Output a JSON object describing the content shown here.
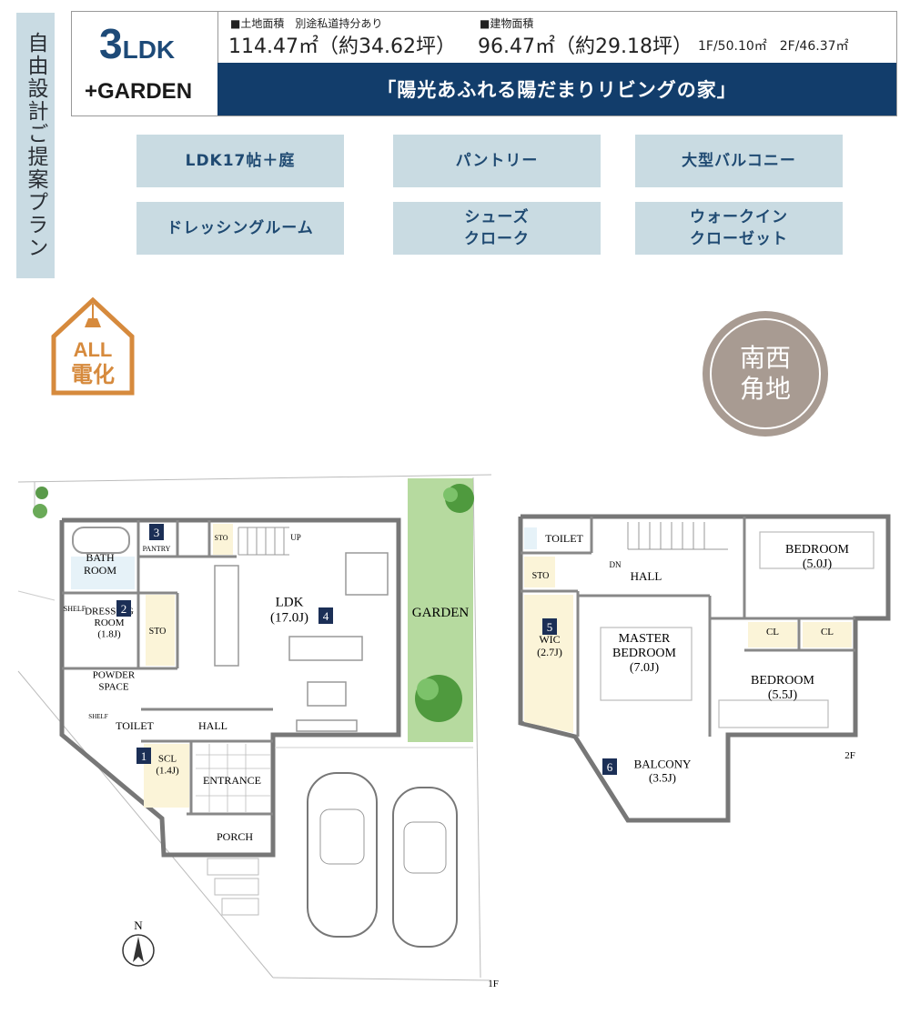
{
  "side_label": "自由設計ご提案プラン",
  "plan": {
    "main": "3",
    "sub": "LDK",
    "garden": "+GARDEN"
  },
  "land": {
    "label": "■土地面積　別途私道持分あり",
    "value": "114.47㎡（約34.62坪）"
  },
  "building": {
    "label": "■建物面積",
    "value": "96.47㎡（約29.18坪）",
    "floors": "1F/50.10㎡　2F/46.37㎡"
  },
  "concept": "「陽光あふれる陽だまりリビングの家」",
  "features": [
    "LDK17帖＋庭",
    "パントリー",
    "大型バルコニー",
    "ドレッシングルーム",
    "シューズ\nクローク",
    "ウォークイン\nクローゼット"
  ],
  "badge_all_denka": {
    "line1": "ALL",
    "line2": "電化"
  },
  "corner_badge": "南西\n角地",
  "floor1": {
    "label": "1F",
    "north": "N",
    "rooms": {
      "bath": "BATH\nROOM",
      "pantry": "PANTRY",
      "sto_top": "STO",
      "up": "UP",
      "dressing": "DRESSING\nROOM\n(1.8J)",
      "shelf": "SHELF",
      "sto": "STO",
      "ldk": "LDK\n(17.0J)",
      "garden": "GARDEN",
      "powder": "POWDER\nSPACE",
      "shelf2": "SHELF",
      "toilet": "TOILET",
      "hall": "HALL",
      "scl": "SCL\n(1.4J)",
      "entrance": "ENTRANCE",
      "porch": "PORCH"
    },
    "markers": [
      "1",
      "2",
      "3",
      "4"
    ]
  },
  "floor2": {
    "label": "2F",
    "rooms": {
      "toilet": "TOILET",
      "dn": "DN",
      "hall": "HALL",
      "sto": "STO",
      "bedroom1": "BEDROOM\n(5.0J)",
      "wic": "WIC\n(2.7J)",
      "master": "MASTER\nBEDROOM\n(7.0J)",
      "cl1": "CL",
      "cl2": "CL",
      "bedroom2": "BEDROOM\n(5.5J)",
      "balcony": "BALCONY\n(3.5J)"
    },
    "markers": [
      "5",
      "6"
    ]
  },
  "colors": {
    "navy": "#123d6b",
    "feature_bg": "#c9dbe2",
    "accent_orange": "#d68a3d",
    "badge_brown": "#a89b92",
    "garden_green": "#a9d48e"
  }
}
